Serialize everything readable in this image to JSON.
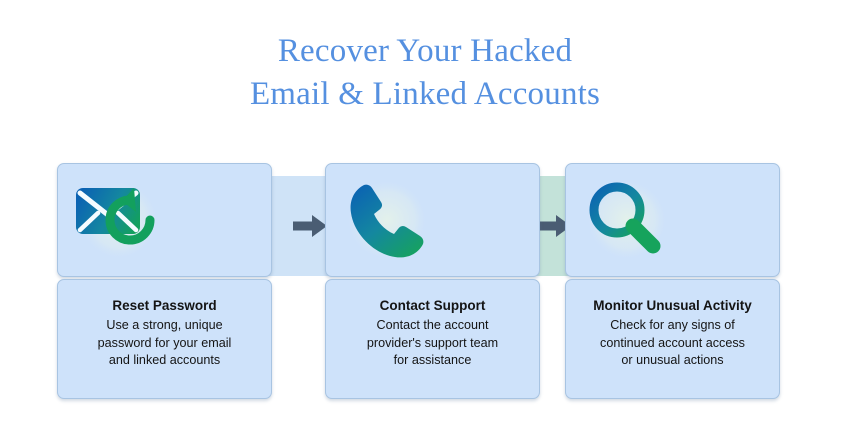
{
  "title": {
    "line1": "Recover Your Hacked",
    "line2": "Email & Linked Accounts",
    "color": "#5590e0"
  },
  "colors": {
    "background": "#ffffff",
    "card_fill": "#cee2fa",
    "card_border": "#a8c4e2",
    "connector_blue": "#cfe3f7",
    "connector_green": "#c3e2d9",
    "arrow": "#4a5d73",
    "icon_blue": "#0b6fb8",
    "icon_green": "#13a05d",
    "text": "#141414"
  },
  "steps": [
    {
      "icon": "envelope-reset-icon",
      "heading": "Reset Password",
      "body_line1": "Use a strong, unique",
      "body_line2": "password for your email",
      "body_line3": "and linked accounts"
    },
    {
      "icon": "phone-handset-icon",
      "heading": "Contact Support",
      "body_line1": "Contact the account",
      "body_line2": "provider's support team",
      "body_line3": "for assistance"
    },
    {
      "icon": "magnifying-glass-icon",
      "heading": "Monitor Unusual Activity",
      "body_line1": "Check for any signs of",
      "body_line2": "continued account access",
      "body_line3": "or unusual actions"
    }
  ],
  "connectors": [
    {
      "name": "arrow-step-1-to-2"
    },
    {
      "name": "arrow-step-2-to-3"
    }
  ]
}
